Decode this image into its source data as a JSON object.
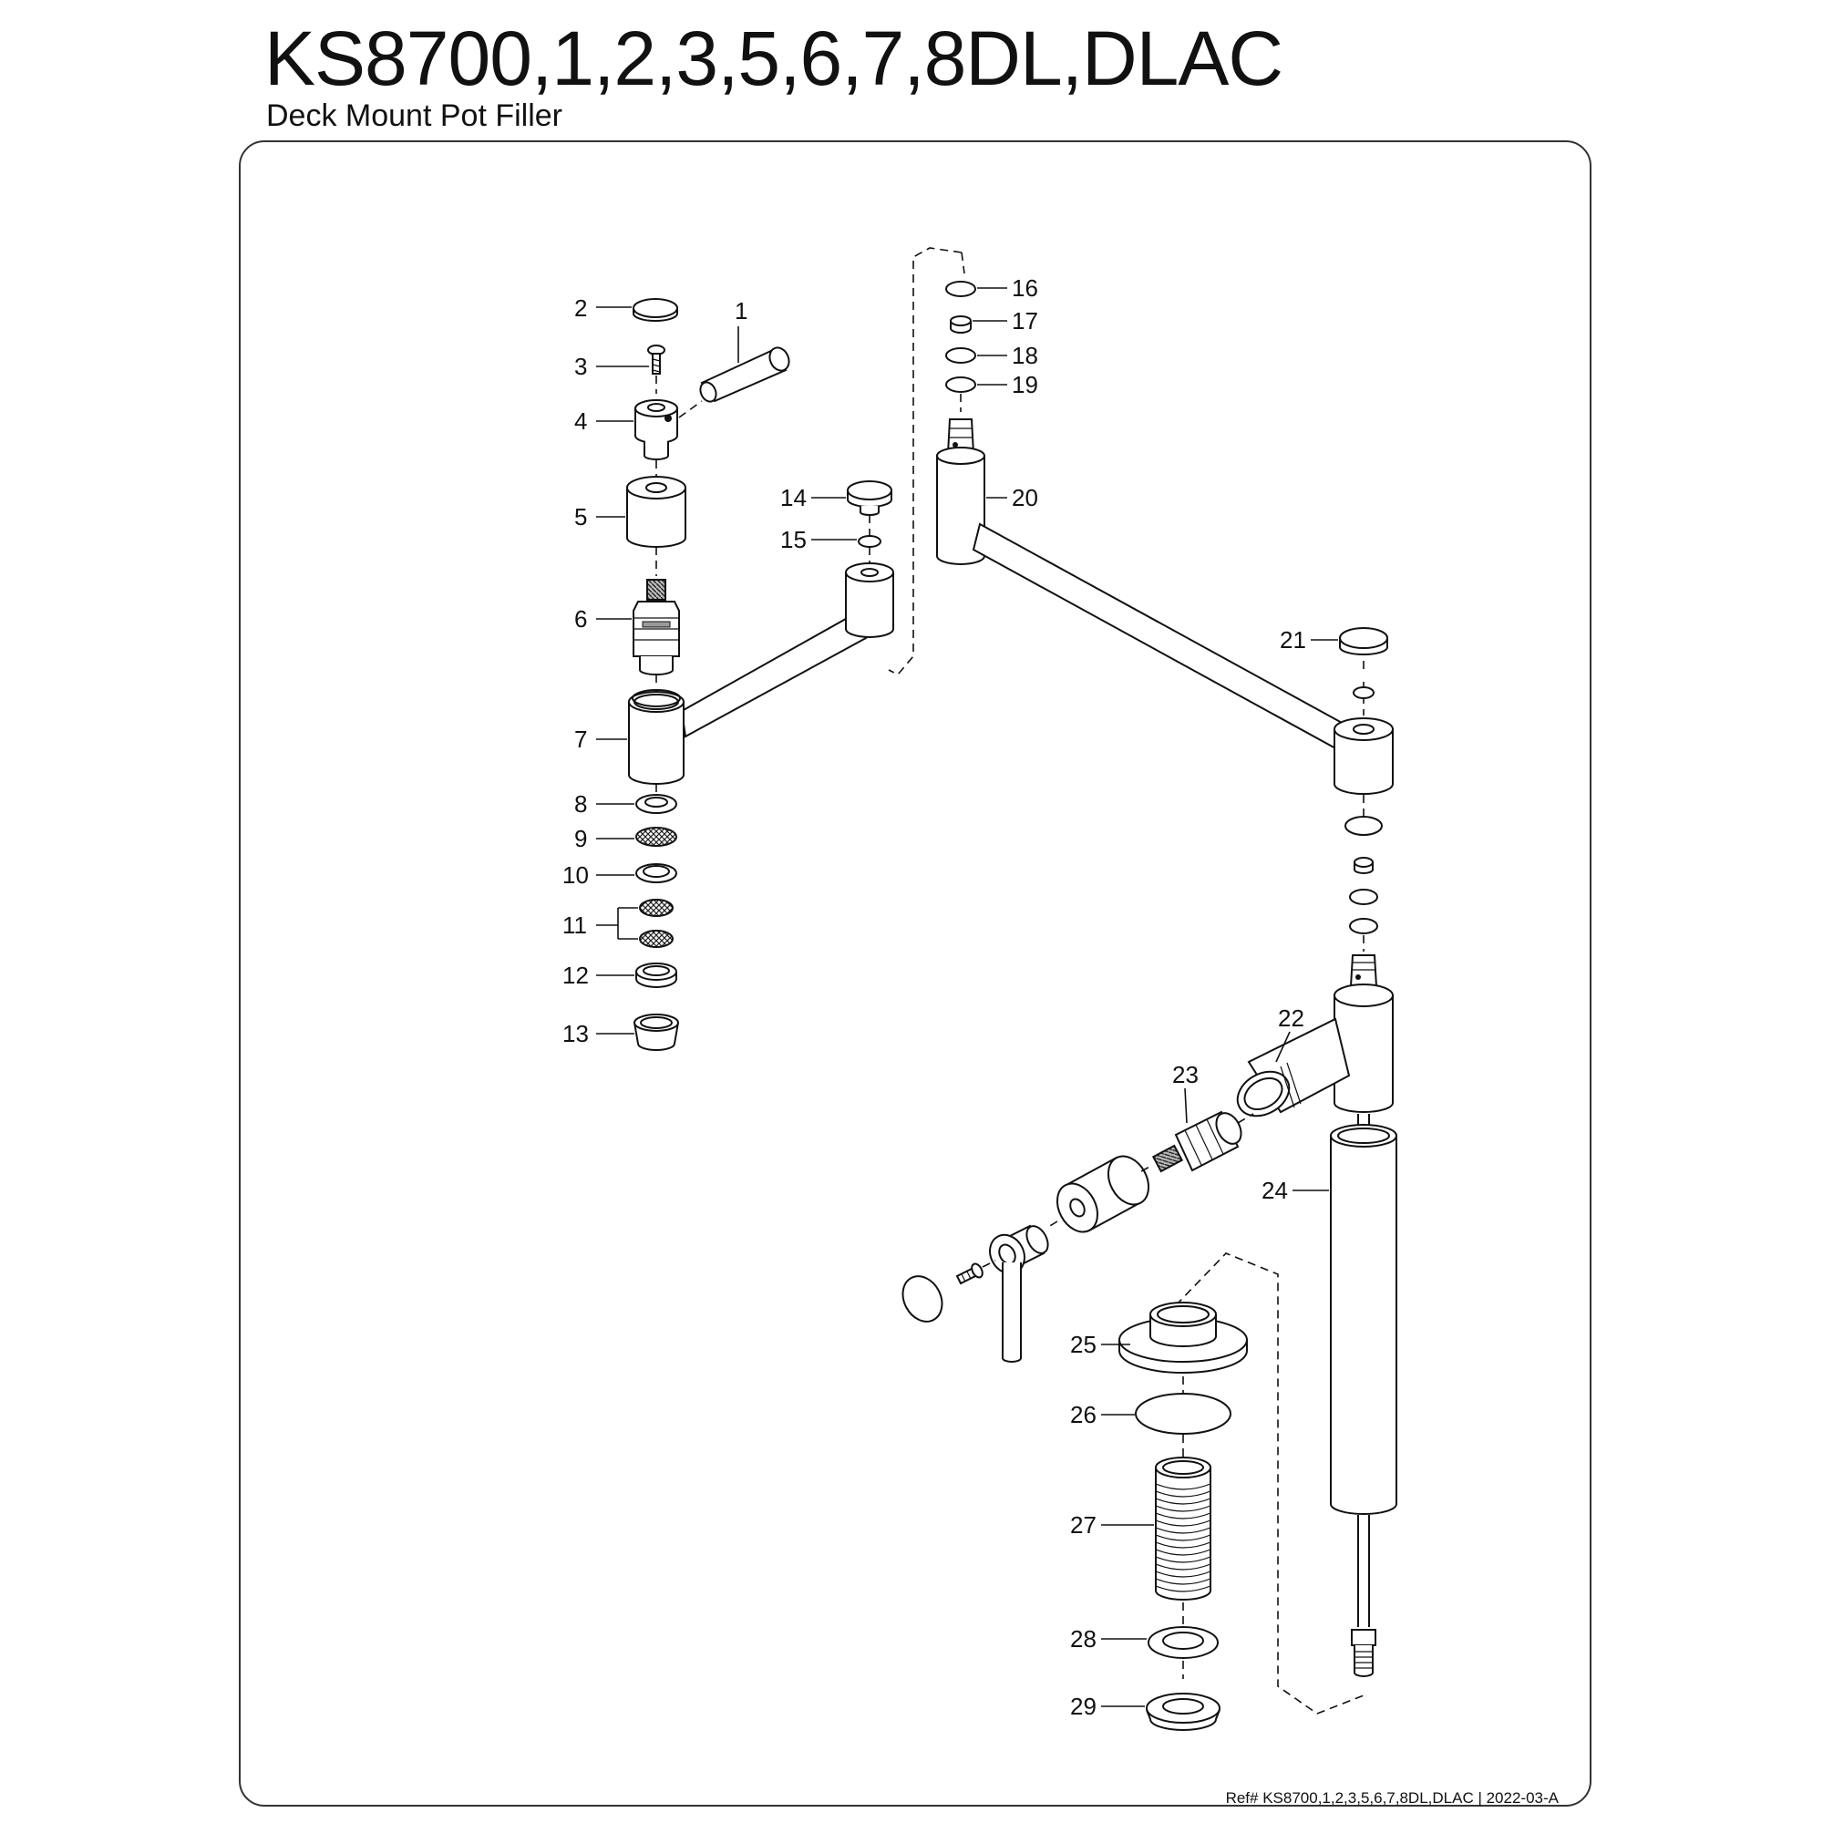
{
  "header": {
    "title": "KS8700,1,2,3,5,6,7,8DL,DLAC",
    "subtitle": "Deck Mount Pot Filler"
  },
  "footer": {
    "ref": "Ref# KS8700,1,2,3,5,6,7,8DL,DLAC | 2022-03-A"
  },
  "parts": [
    {
      "id": "p1",
      "label": "1"
    },
    {
      "id": "p2",
      "label": "2"
    },
    {
      "id": "p3",
      "label": "3"
    },
    {
      "id": "p4",
      "label": "4"
    },
    {
      "id": "p5",
      "label": "5"
    },
    {
      "id": "p6",
      "label": "6"
    },
    {
      "id": "p7",
      "label": "7"
    },
    {
      "id": "p8",
      "label": "8"
    },
    {
      "id": "p9",
      "label": "9"
    },
    {
      "id": "p10",
      "label": "10"
    },
    {
      "id": "p11",
      "label": "11"
    },
    {
      "id": "p12",
      "label": "12"
    },
    {
      "id": "p13",
      "label": "13"
    },
    {
      "id": "p14",
      "label": "14"
    },
    {
      "id": "p15",
      "label": "15"
    },
    {
      "id": "p16",
      "label": "16"
    },
    {
      "id": "p17",
      "label": "17"
    },
    {
      "id": "p18",
      "label": "18"
    },
    {
      "id": "p19",
      "label": "19"
    },
    {
      "id": "p20",
      "label": "20"
    },
    {
      "id": "p21",
      "label": "21"
    },
    {
      "id": "p22",
      "label": "22"
    },
    {
      "id": "p23",
      "label": "23"
    },
    {
      "id": "p24",
      "label": "24"
    },
    {
      "id": "p25",
      "label": "25"
    },
    {
      "id": "p26",
      "label": "26"
    },
    {
      "id": "p27",
      "label": "27"
    },
    {
      "id": "p28",
      "label": "28"
    },
    {
      "id": "p29",
      "label": "29"
    }
  ]
}
